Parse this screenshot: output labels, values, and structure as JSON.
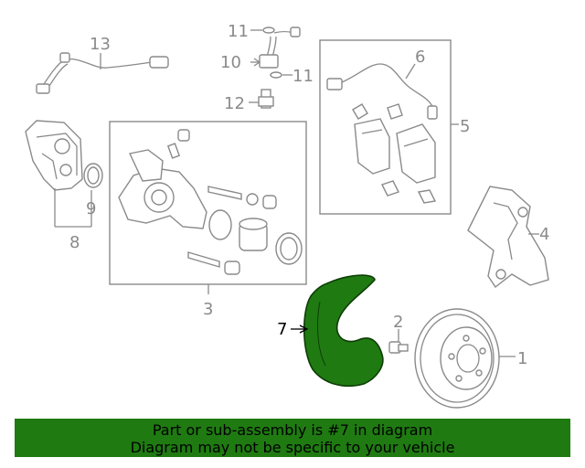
{
  "callouts": {
    "c1": "1",
    "c2": "2",
    "c3": "3",
    "c4": "4",
    "c5": "5",
    "c6": "6",
    "c7": "7",
    "c8": "8",
    "c9": "9",
    "c10": "10",
    "c11a": "11",
    "c11b": "11",
    "c12": "12",
    "c13": "13"
  },
  "highlight": {
    "part_number": "7",
    "color": "#1f7a12"
  },
  "banner": {
    "line1": "Part or sub-assembly is #7 in diagram",
    "line2": "Diagram may not be specific to your vehicle",
    "background": "#1f7a12"
  }
}
